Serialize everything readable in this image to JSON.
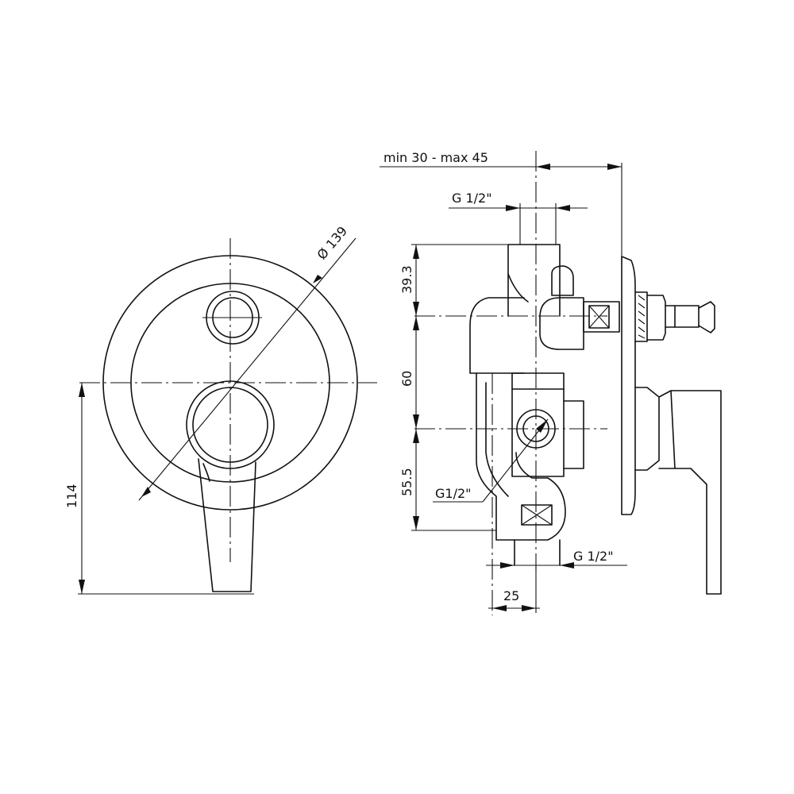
{
  "front_view": {
    "diameter_label": "Ø 139",
    "height_label": "114"
  },
  "side_view": {
    "depth_label": "min 30 - max 45",
    "top_thread_label": "G 1/2\"",
    "dim_top_label": "39.3",
    "dim_mid_label": "60",
    "dim_bottom_label": "55.5",
    "inlet_thread_label": "G1/2\"",
    "bottom_thread_label": "G 1/2\"",
    "outlet_spacing_label": "25"
  }
}
